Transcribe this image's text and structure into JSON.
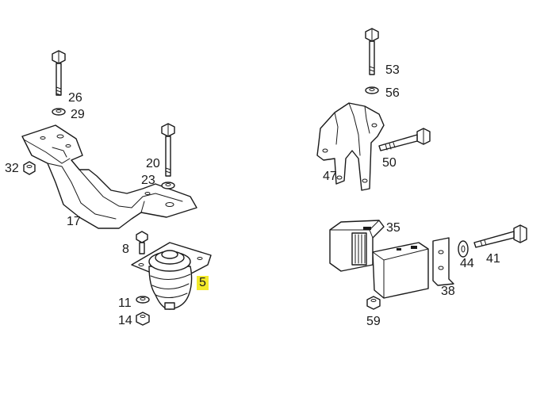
{
  "diagram": {
    "highlight_color": "#f3ea2b",
    "line_color": "#1a1a1a",
    "callouts": [
      {
        "id": "c26",
        "label": "26"
      },
      {
        "id": "c29",
        "label": "29"
      },
      {
        "id": "c32",
        "label": "32"
      },
      {
        "id": "c20",
        "label": "20"
      },
      {
        "id": "c23",
        "label": "23"
      },
      {
        "id": "c17",
        "label": "17"
      },
      {
        "id": "c8",
        "label": "8"
      },
      {
        "id": "c5",
        "label": "5",
        "highlighted": true
      },
      {
        "id": "c11",
        "label": "11"
      },
      {
        "id": "c14",
        "label": "14"
      },
      {
        "id": "c53",
        "label": "53"
      },
      {
        "id": "c56",
        "label": "56"
      },
      {
        "id": "c47",
        "label": "47"
      },
      {
        "id": "c50",
        "label": "50"
      },
      {
        "id": "c35",
        "label": "35"
      },
      {
        "id": "c44",
        "label": "44"
      },
      {
        "id": "c41",
        "label": "41"
      },
      {
        "id": "c38",
        "label": "38"
      },
      {
        "id": "c59",
        "label": "59"
      }
    ]
  }
}
